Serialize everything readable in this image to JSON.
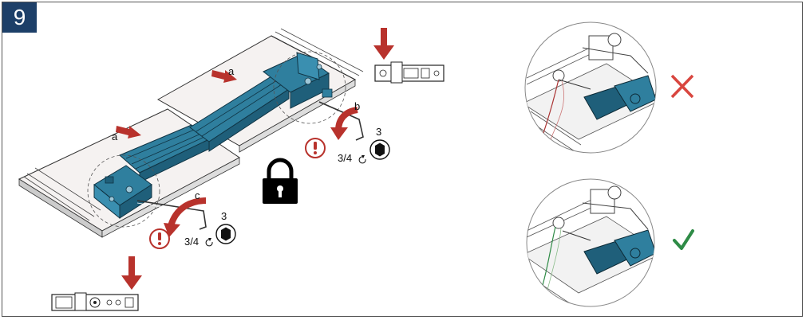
{
  "step": {
    "number": "9"
  },
  "labels": {
    "a": "a",
    "b": "b",
    "c": "c"
  },
  "screws": {
    "upper": {
      "size": "3",
      "turns": "3/4"
    },
    "lower": {
      "size": "3",
      "turns": "3/4"
    }
  },
  "colors": {
    "badge": "#1d3f68",
    "profile_blue": "#2f7f9e",
    "arrow_red": "#b8322c",
    "cross_red": "#d9463f",
    "check_green": "#2e8b46"
  },
  "icons": {
    "lock": "lock-icon",
    "warning": "warning-icon",
    "wrong": "cross-icon",
    "correct": "check-icon"
  }
}
